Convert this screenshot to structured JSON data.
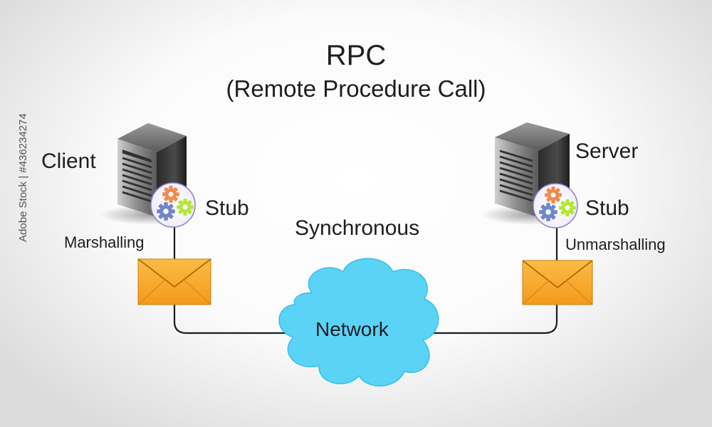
{
  "diagram": {
    "title": "RPC",
    "subtitle": "(Remote Procedure Call)",
    "client": {
      "label": "Client",
      "stub_label": "Stub",
      "action_label": "Marshalling"
    },
    "server": {
      "label": "Server",
      "stub_label": "Stub",
      "action_label": "Unmarshalling"
    },
    "mode_label": "Synchronous",
    "network_label": "Network"
  },
  "watermark": {
    "text": "Adobe Stock | #436234274"
  },
  "colors": {
    "cloud_fill": "#5bd3f7",
    "envelope_fill": "#f7ac2c",
    "envelope_edge": "#c97e0e",
    "gear_orange": "#f08a4b",
    "gear_green": "#b4e53a",
    "gear_blue": "#6f86c9",
    "connector": "#1c1c1c",
    "server_body": "#2e2e2e"
  },
  "icons": [
    "server-tower-icon",
    "gears-icon",
    "envelope-icon",
    "cloud-icon"
  ]
}
